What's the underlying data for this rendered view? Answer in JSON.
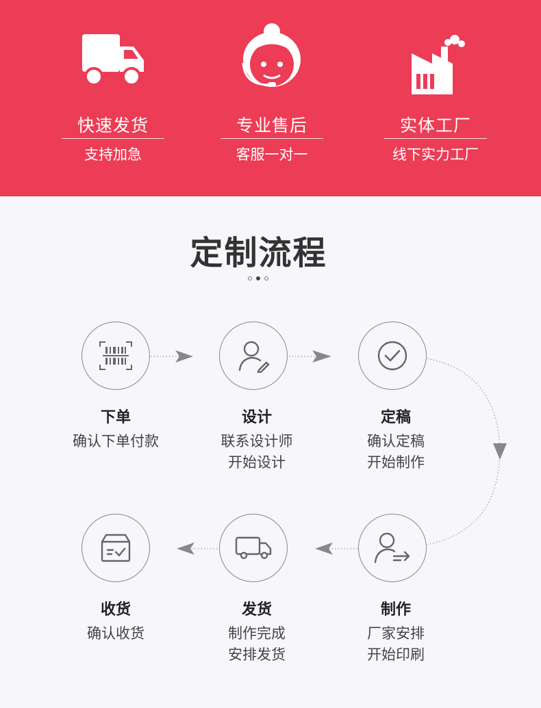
{
  "features": [
    {
      "title": "快速发货",
      "subtitle": "支持加急",
      "icon": "truck-icon"
    },
    {
      "title": "专业售后",
      "subtitle": "客服一对一",
      "icon": "customer-service-icon"
    },
    {
      "title": "实体工厂",
      "subtitle": "线下实力工厂",
      "icon": "factory-icon"
    }
  ],
  "process": {
    "title": "定制流程",
    "steps": [
      {
        "title": "下单",
        "desc1": "确认下单付款",
        "desc2": "",
        "icon": "barcode-scan-icon"
      },
      {
        "title": "设计",
        "desc1": "联系设计师",
        "desc2": "开始设计",
        "icon": "designer-icon"
      },
      {
        "title": "定稿",
        "desc1": "确认定稿",
        "desc2": "开始制作",
        "icon": "check-circle-icon"
      },
      {
        "title": "收货",
        "desc1": "确认收货",
        "desc2": "",
        "icon": "box-check-icon"
      },
      {
        "title": "发货",
        "desc1": "制作完成",
        "desc2": "安排发货",
        "icon": "delivery-truck-icon"
      },
      {
        "title": "制作",
        "desc1": "厂家安排",
        "desc2": "开始印刷",
        "icon": "user-arrow-icon"
      }
    ]
  },
  "colors": {
    "banner": "#ec3c56",
    "background": "#f7f6fa"
  }
}
